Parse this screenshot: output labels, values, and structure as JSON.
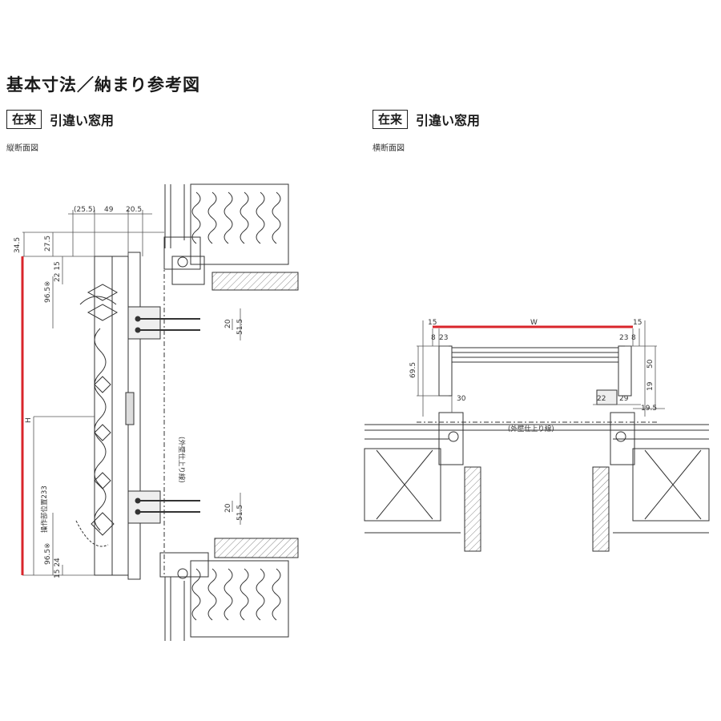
{
  "title": "基本寸法／納まり参考図",
  "left": {
    "tag": "在来",
    "subtitle": "引違い窓用",
    "view": "縦断面図",
    "dims": {
      "top1": "(25.5)",
      "top2": "49",
      "top3": "20.5",
      "v345": "34.5",
      "v275": "27.5",
      "v2215": "22 15",
      "v965a": "96.5※",
      "v20a": "20",
      "v515a": "51.5",
      "h": "H",
      "handle": "操作部位置233",
      "finish": "(外壁仕上り線)",
      "v20b": "20",
      "v515b": "51.5",
      "v965b": "96.5※",
      "v1524": "15 24"
    }
  },
  "right": {
    "tag": "在来",
    "subtitle": "引違い窓用",
    "view": "横断面図",
    "dims": {
      "d15l": "15",
      "w": "W",
      "d15r": "15",
      "d8l": "8",
      "d23l": "23",
      "d23r": "23",
      "d8r": "8",
      "d695": "69.5",
      "d50": "50",
      "d19": "19",
      "d30": "30",
      "d22": "22",
      "d29": "29",
      "d195": "19.5",
      "finish": "(外壁仕上り線)"
    }
  },
  "colors": {
    "highlight": "#d9252b",
    "line": "#333333",
    "fill": "#cfcfcf"
  }
}
